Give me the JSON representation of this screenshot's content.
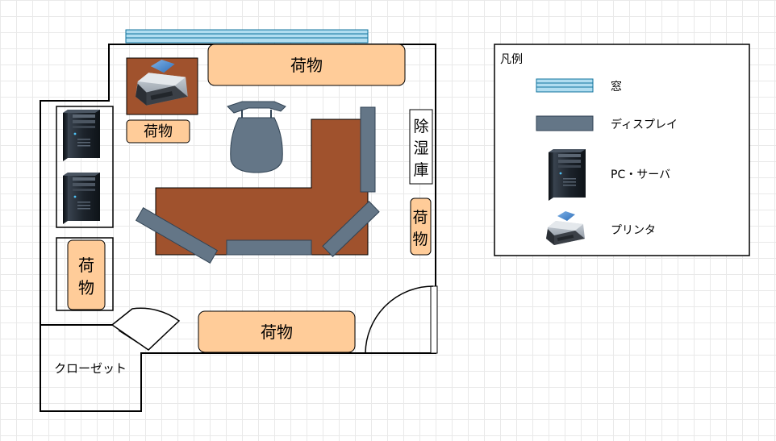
{
  "labels": {
    "cargo_top": "荷物",
    "cargo_printer": "荷物",
    "cargo_left": [
      "荷",
      "物"
    ],
    "cargo_right": [
      "荷",
      "物"
    ],
    "cargo_bottom": "荷物",
    "dehumidifier": [
      "除",
      "湿",
      "庫"
    ],
    "closet": "クローゼット"
  },
  "legend": {
    "title": "凡例",
    "items": [
      {
        "icon": "window-icon",
        "label": "窓"
      },
      {
        "icon": "display-icon",
        "label": "ディスプレイ"
      },
      {
        "icon": "server-icon",
        "label": "PC・サーバ"
      },
      {
        "icon": "printer-icon",
        "label": "プリンタ"
      }
    ]
  },
  "colors": {
    "cargo_fill": "#ffcc99",
    "desk_fill": "#a0522d",
    "display_fill": "#647687",
    "window_fill": "#b1ddf0",
    "window_stroke": "#10739e",
    "wall": "#000000"
  }
}
